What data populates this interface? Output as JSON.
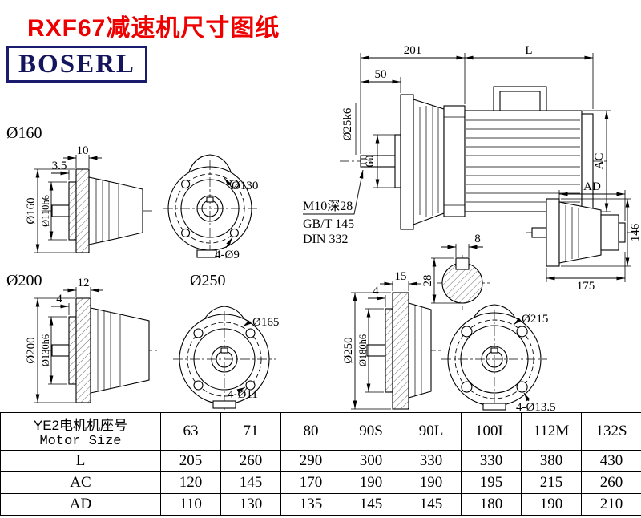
{
  "page": {
    "title": "RXF67减速机尺寸图纸",
    "logo": "BOSERL",
    "colors": {
      "title": "#ee0000",
      "logo_border": "#1a1a6e"
    }
  },
  "main_view": {
    "dim_overall": "201",
    "dim_motor_length": "L",
    "dim_shaft_length": "50",
    "dim_shaft_dia": "Ø25k6",
    "dim_spigot": "60",
    "dim_motor_dia": "AC",
    "thread_note": "M10深28",
    "std_gb": "GB/T 145",
    "std_din": "DIN 332"
  },
  "side_view_small": {
    "dim_ad": "AD",
    "dim_height": "146",
    "dim_width": "175"
  },
  "key_section": {
    "dim_key_width": "8",
    "dim_over_key": "28"
  },
  "flange160": {
    "label": "Ø160",
    "dim_thickness": "10",
    "dim_step": "3.5",
    "dim_outer": "Ø160",
    "dim_spigot": "Ø110h6",
    "dim_bolt_circle": "Ø130",
    "dim_holes": "4-Ø9"
  },
  "flange200": {
    "label": "Ø200",
    "dim_thickness": "12",
    "dim_step": "4",
    "dim_outer": "Ø200",
    "dim_spigot": "Ø130h6",
    "dim_bolt_circle": "Ø165",
    "dim_holes": "4-Ø11"
  },
  "flange250": {
    "label": "Ø250",
    "dim_thickness": "15",
    "dim_step": "4",
    "dim_outer": "Ø250",
    "dim_spigot": "Ø180h6",
    "dim_bolt_circle": "Ø215",
    "dim_holes": "4-Ø13.5"
  },
  "table": {
    "header_cn": "YE2电机机座号",
    "header_en": "Motor Size",
    "columns": [
      "63",
      "71",
      "80",
      "90S",
      "90L",
      "100L",
      "112M",
      "132S"
    ],
    "rows": [
      {
        "label": "L",
        "values": [
          "205",
          "260",
          "290",
          "300",
          "330",
          "330",
          "380",
          "430"
        ]
      },
      {
        "label": "AC",
        "values": [
          "120",
          "145",
          "170",
          "190",
          "190",
          "195",
          "215",
          "260"
        ]
      },
      {
        "label": "AD",
        "values": [
          "110",
          "130",
          "135",
          "145",
          "145",
          "180",
          "190",
          "210"
        ]
      }
    ]
  }
}
